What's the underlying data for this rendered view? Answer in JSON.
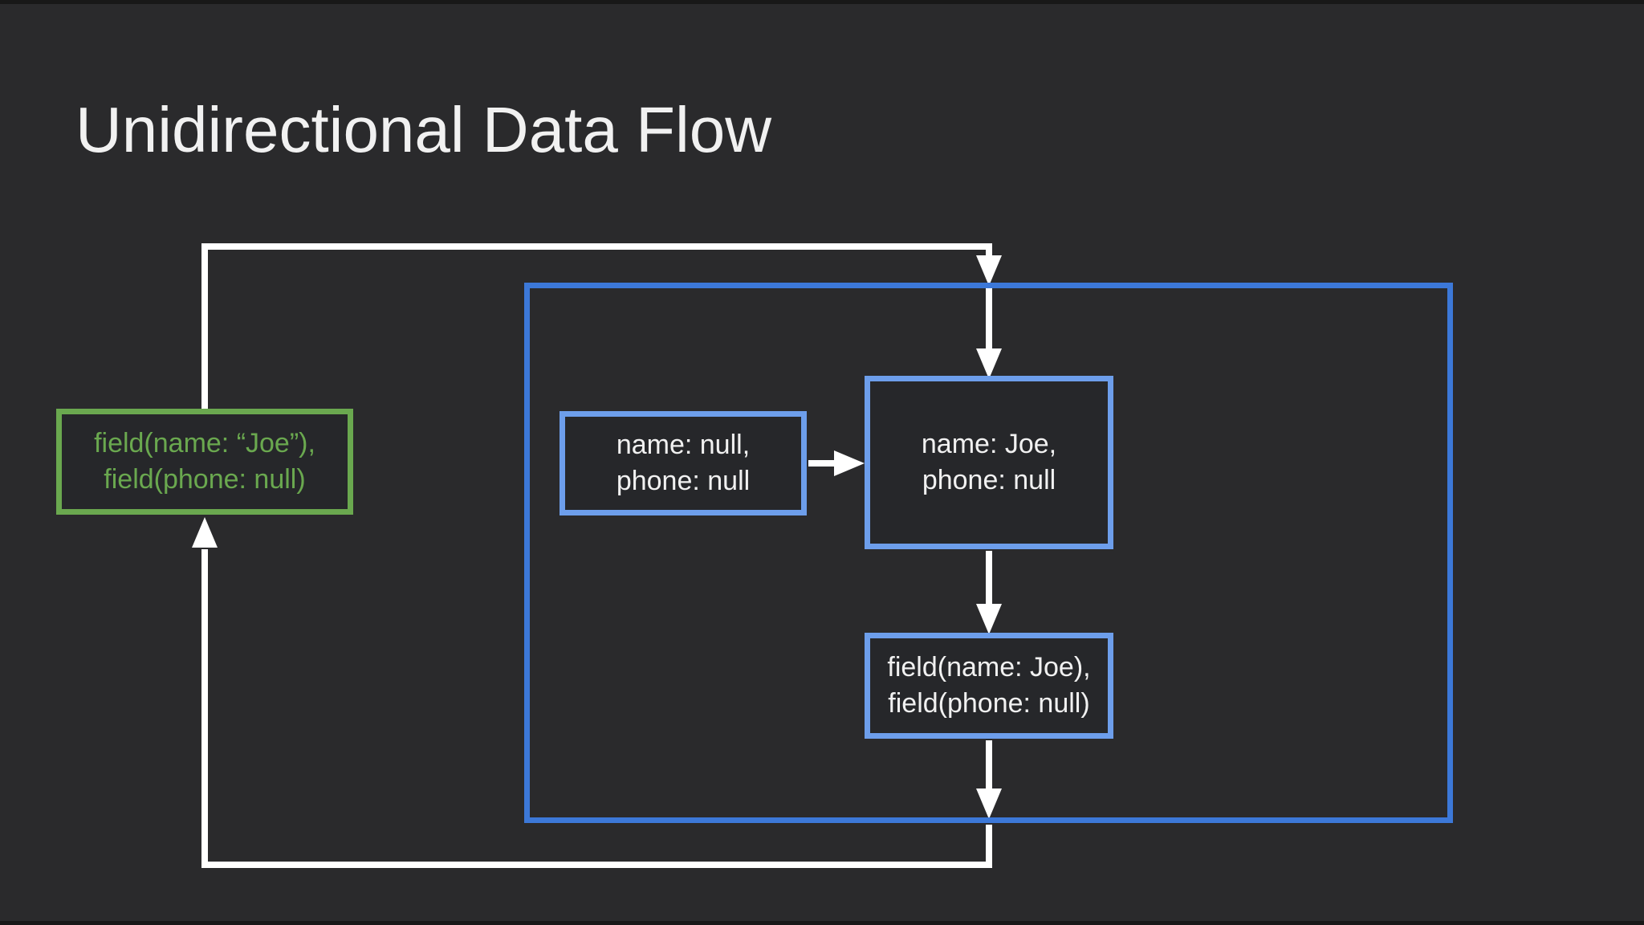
{
  "title": "Unidirectional Data Flow",
  "colors": {
    "background": "#2a2a2c",
    "container_border": "#3c78d8",
    "node_border": "#6d9eeb",
    "node_fill": "#26272a",
    "green": "#6aa84f",
    "arrow": "#ffffff",
    "title_text": "#f1f1f1",
    "node_text": "#f1f1f1"
  },
  "nodes": {
    "external_fields": {
      "line1": "field(name: “Joe”),",
      "line2": "field(phone: null)"
    },
    "initial_state": {
      "line1": "name: null,",
      "line2": "phone: null"
    },
    "updated_state": {
      "line1": "name: Joe,",
      "line2": "phone: null"
    },
    "emitted_fields": {
      "line1": "field(name: Joe),",
      "line2": "field(phone: null)"
    }
  }
}
